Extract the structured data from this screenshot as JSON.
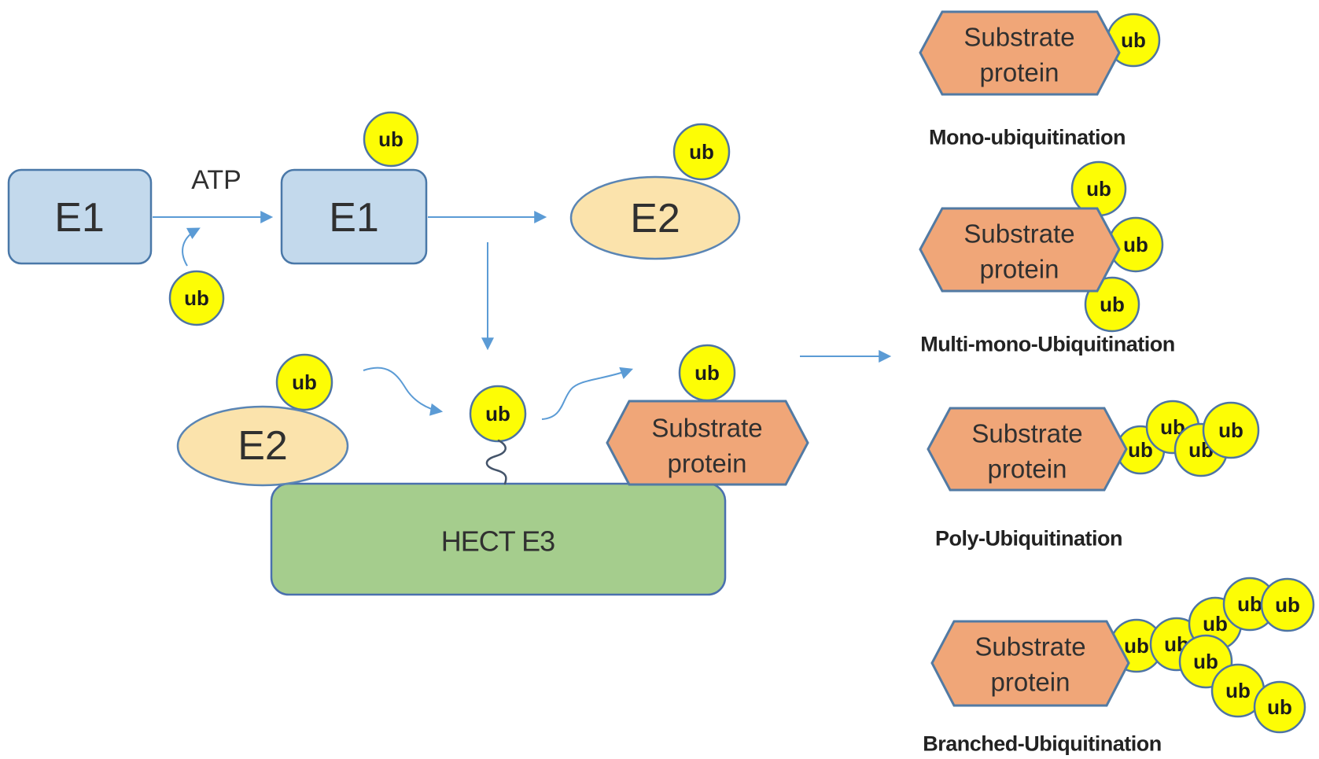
{
  "labels": {
    "ub": "ub",
    "atp": "ATP",
    "e1": "E1",
    "e2": "E2",
    "hect_e3": "HECT E3",
    "substrate_protein": "Substrate protein",
    "substrate_line1": "Substrate",
    "substrate_line2": "protein"
  },
  "ubiquitination_types": [
    {
      "id": "mono",
      "label": "Mono-ubiquitination",
      "ub_count": 1
    },
    {
      "id": "multi-mono",
      "label": "Multi-mono-Ubiquitination",
      "ub_count": 3
    },
    {
      "id": "poly",
      "label": "Poly-Ubiquitination",
      "ub_count": 4
    },
    {
      "id": "branched",
      "label": "Branched-Ubiquitination",
      "ub_count": 8
    }
  ],
  "colors": {
    "background": "#ffffff",
    "e1_fill": "#c3d9ec",
    "e1_border": "#4a78a8",
    "e2_fill": "#fbe3ac",
    "e2_border": "#5a85b4",
    "ub_fill": "#fdfd05",
    "ub_border": "#4d74a4",
    "substrate_fill": "#f0a678",
    "substrate_border": "#527aa3",
    "hect_fill": "#a5cd8d",
    "hect_border": "#4a70ae",
    "arrow": "#5b9bd5",
    "tether": "#44546a",
    "shape_text": "#303030",
    "label_text": "#222222"
  }
}
